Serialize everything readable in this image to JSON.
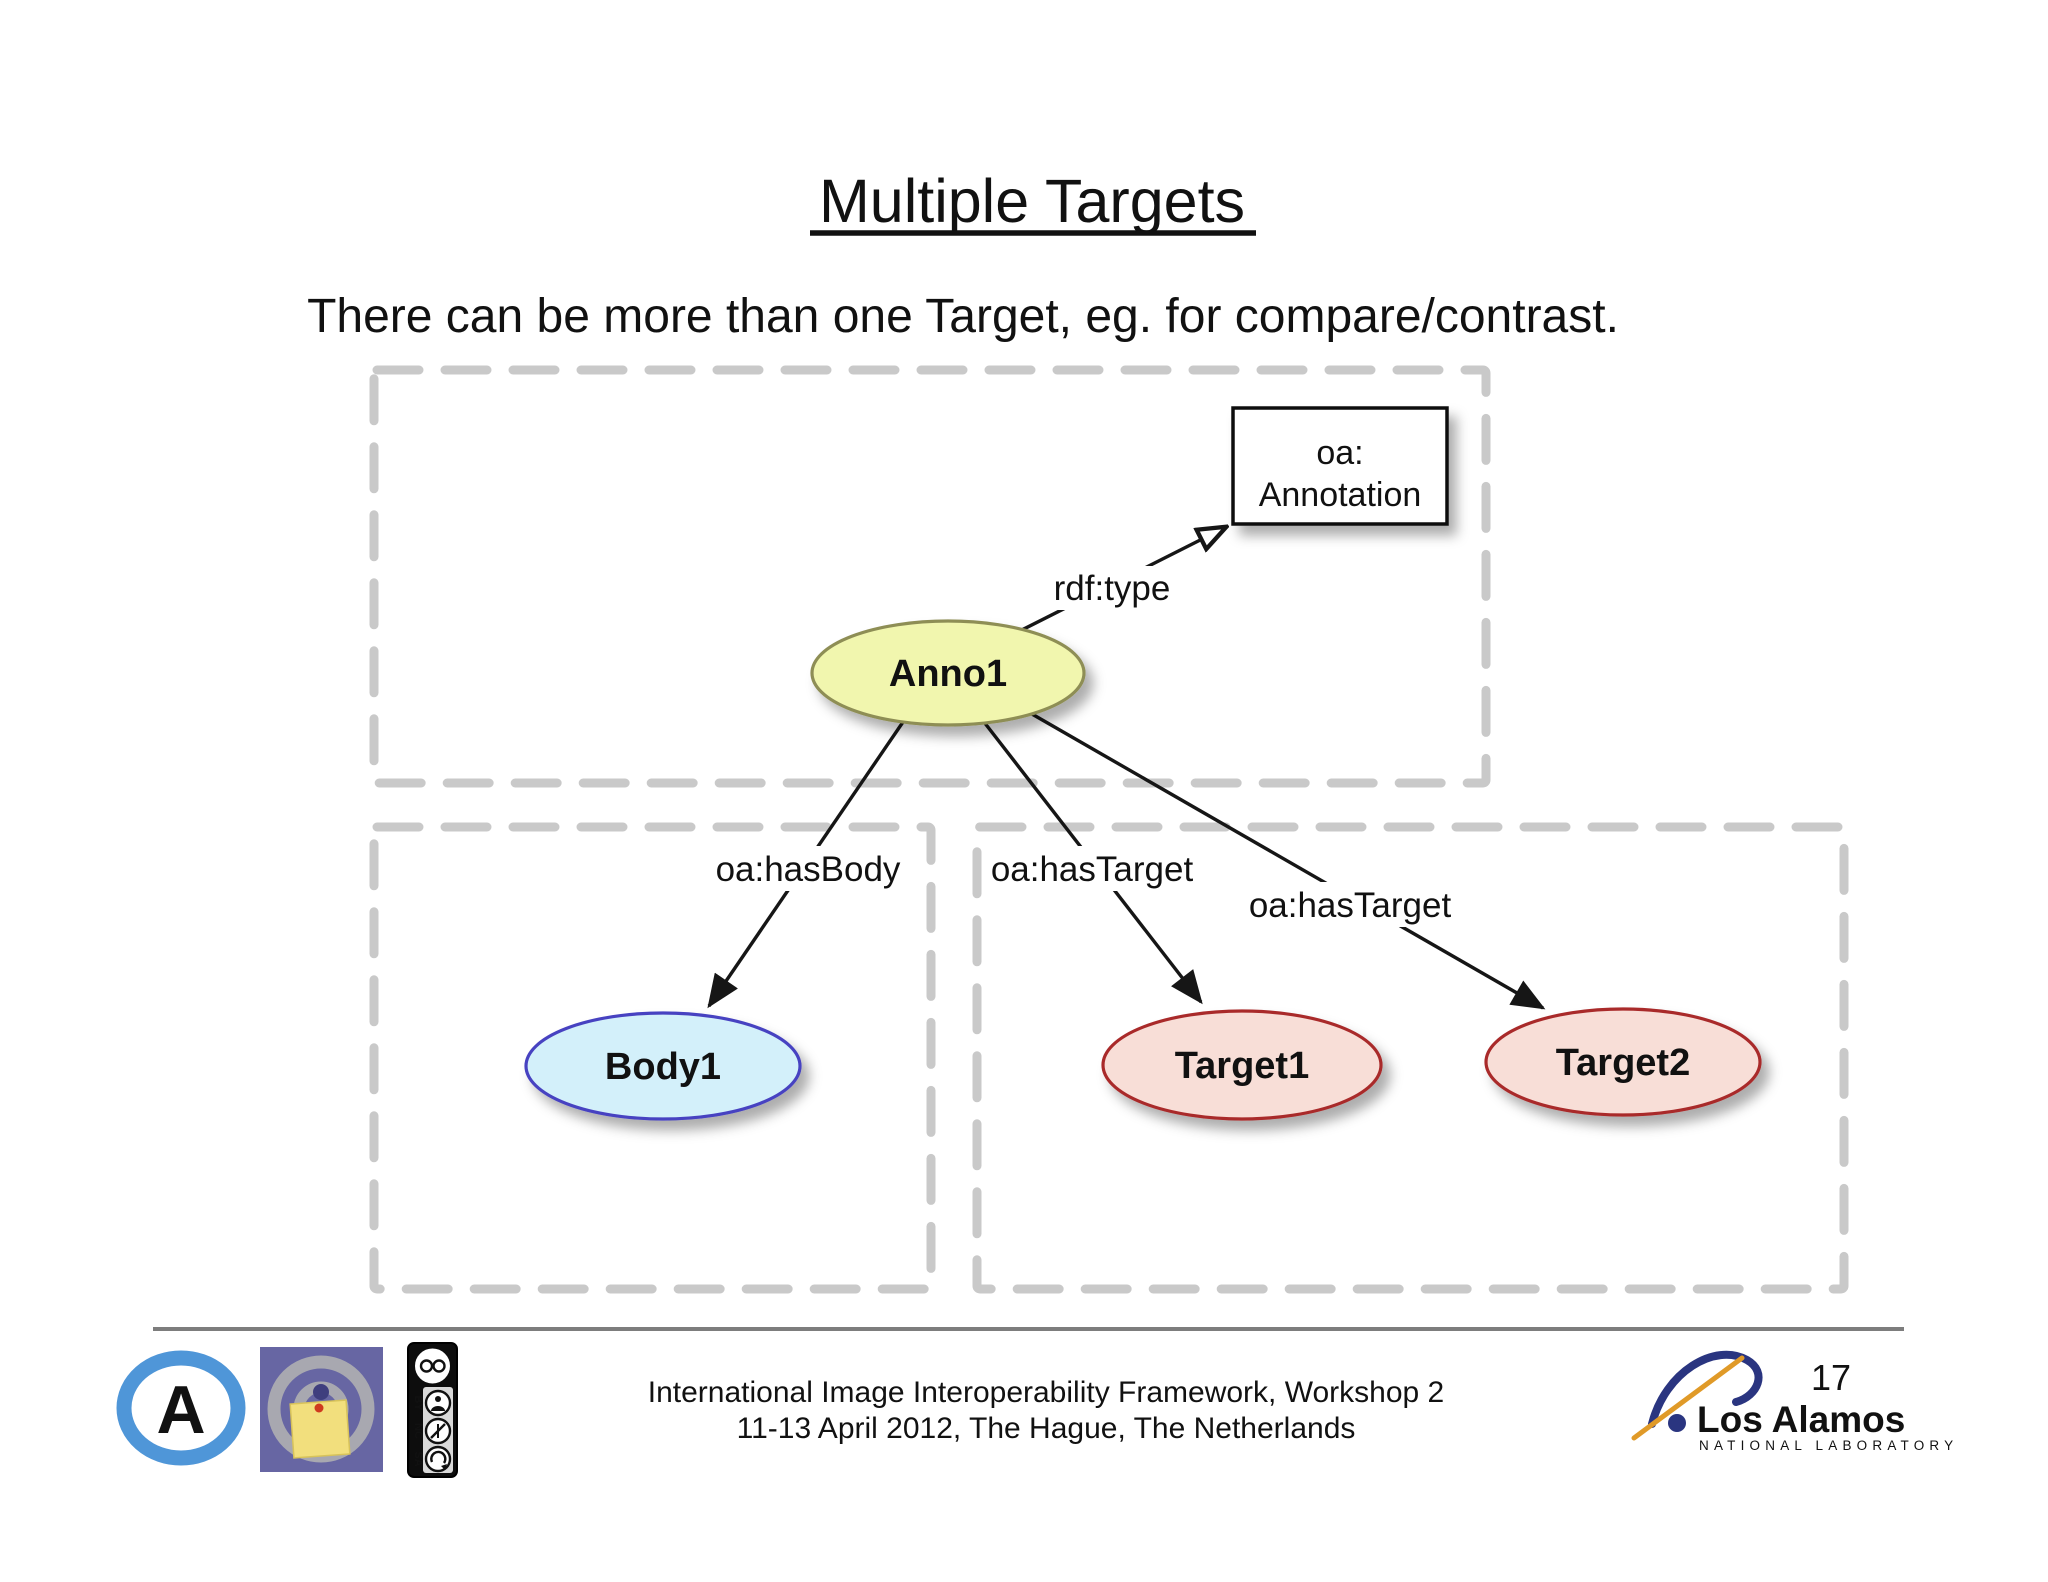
{
  "slide": {
    "title": "Multiple Targets",
    "subtitle": "There can be more than one Target, eg. for compare/contrast."
  },
  "diagram": {
    "class_box": {
      "line1": "oa:",
      "line2": "Annotation"
    },
    "edge_labels": {
      "rdf_type": "rdf:type",
      "has_body": "oa:hasBody",
      "has_target1": "oa:hasTarget",
      "has_target2": "oa:hasTarget"
    },
    "nodes": [
      {
        "id": "anno1",
        "label": "Anno1",
        "fill": "#f1f6ae",
        "stroke": "#8e8e55"
      },
      {
        "id": "body1",
        "label": "Body1",
        "fill": "#d3f0fa",
        "stroke": "#4743c1"
      },
      {
        "id": "target1",
        "label": "Target1",
        "fill": "#f8ded7",
        "stroke": "#a92b2b"
      },
      {
        "id": "target2",
        "label": "Target2",
        "fill": "#f8ded7",
        "stroke": "#a92b2b"
      }
    ],
    "dash_color": "#c9c9c9",
    "edge_color": "#161616"
  },
  "footer": {
    "conference_line1": "International Image Interoperability Framework, Workshop 2",
    "conference_line2": "11-13 April 2012, The Hague, The Netherlands",
    "page_number": "17",
    "a_logo_letter": "A",
    "cc_badge": {
      "by": "BY",
      "nc": "NC",
      "sa": "SA"
    },
    "los_alamos": {
      "name": "Los Alamos",
      "tagline": "NATIONAL LABORATORY"
    },
    "logo_icons": [
      "annotator-a-logo",
      "open-annotation-logo",
      "cc-by-nc-sa-badge",
      "los-alamos-logo"
    ]
  }
}
